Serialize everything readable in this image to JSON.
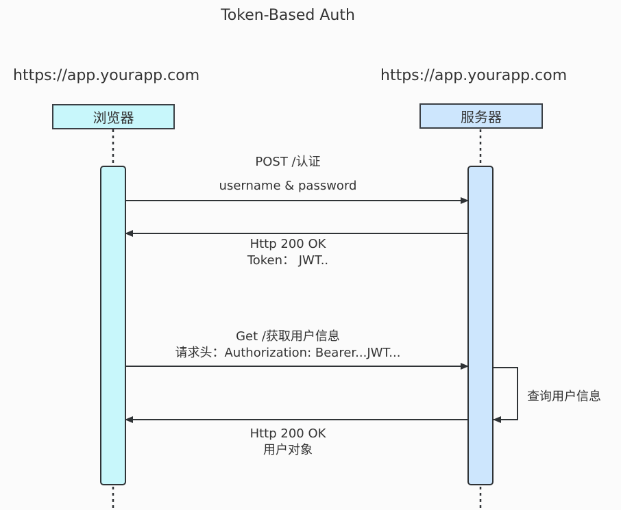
{
  "diagram": {
    "title": "Token-Based Auth",
    "participants": [
      {
        "id": "browser",
        "host": "https://app.yourapp.com",
        "label": "浏览器",
        "color": "#c8f7fb"
      },
      {
        "id": "server",
        "host": "https://app.yourapp.com",
        "label": "服务器",
        "color": "#cde6fd"
      }
    ],
    "messages": [
      {
        "from": "browser",
        "to": "server",
        "lines": [
          "POST /认证",
          "username & password"
        ]
      },
      {
        "from": "server",
        "to": "browser",
        "lines": [
          "Http 200 OK",
          "Token： JWT.."
        ]
      },
      {
        "from": "browser",
        "to": "server",
        "lines": [
          "Get /获取用户信息",
          "请求头：Authorization: Bearer...JWT..."
        ]
      },
      {
        "from": "server",
        "to": "server",
        "lines": [
          "查询用户信息"
        ]
      },
      {
        "from": "server",
        "to": "browser",
        "lines": [
          "Http 200 OK",
          "用户对象"
        ]
      }
    ],
    "line_color": "#2f3336"
  }
}
